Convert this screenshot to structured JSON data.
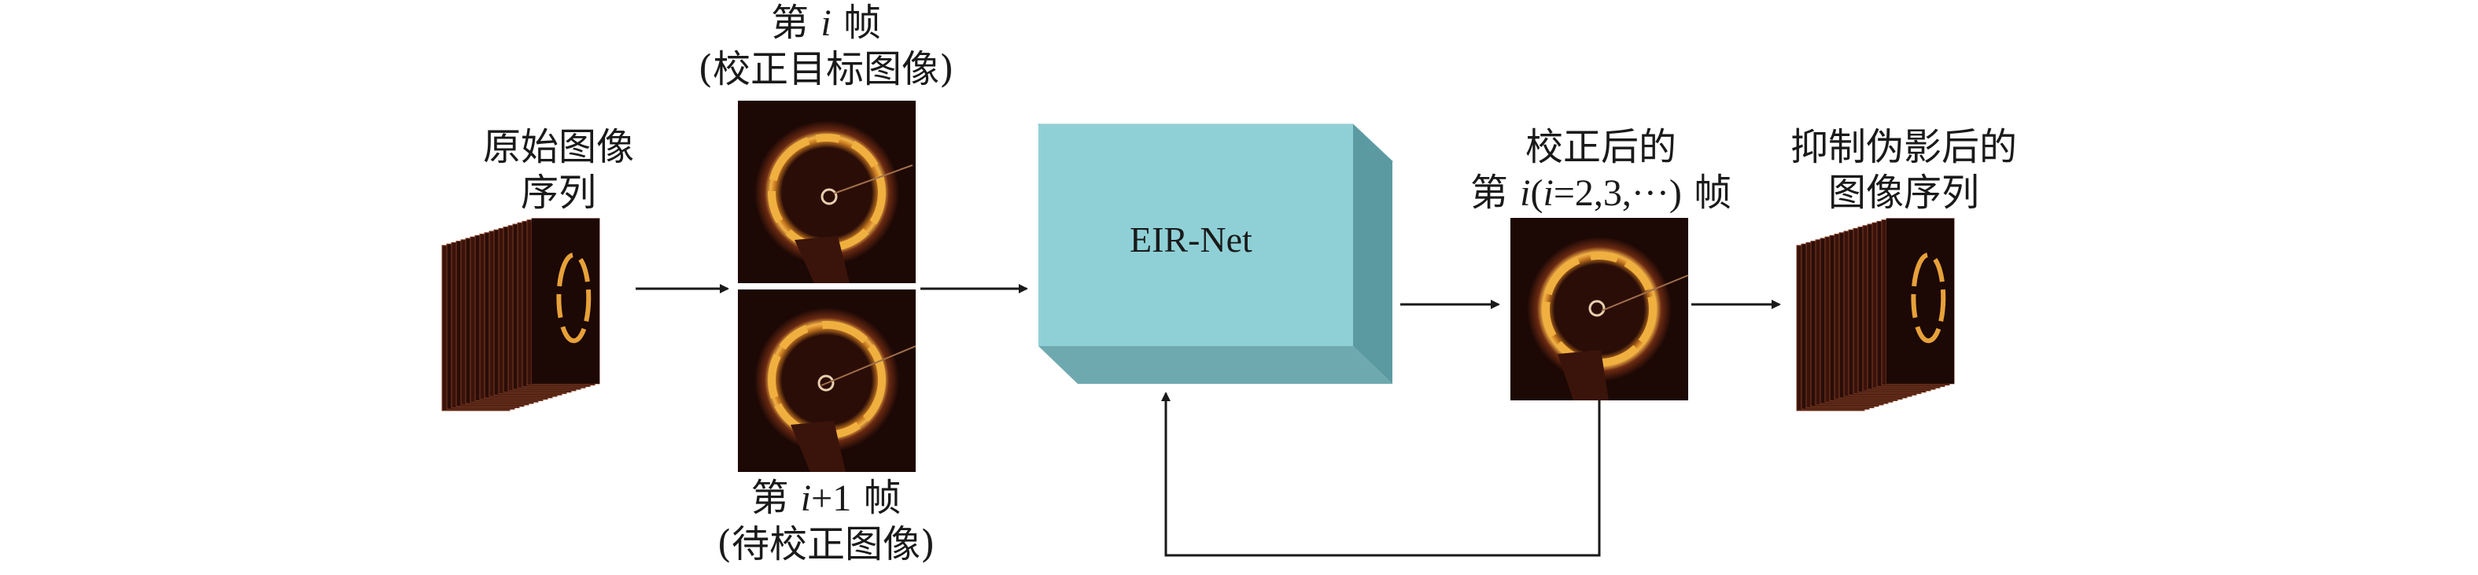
{
  "labels": {
    "input_seq_line1": "原始图像",
    "input_seq_line2": "序列",
    "frame_i_prefix": "第",
    "frame_i_var": "i",
    "frame_i_suffix": "帧",
    "frame_i_caption": "(校正目标图像)",
    "frame_i1_prefix": "第",
    "frame_i1_var": "i",
    "frame_i1_plus": "+1",
    "frame_i1_suffix": "帧",
    "frame_i1_caption": "(待校正图像)",
    "network": "EIR-Net",
    "corrected_line1": "校正后的",
    "corrected_prefix": "第",
    "corrected_var": "i",
    "corrected_open": "(",
    "corrected_var2": "i",
    "corrected_range": "=2,3,···)",
    "corrected_suffix": "帧",
    "output_seq_line1": "抑制伪影后的",
    "output_seq_line2": "图像序列"
  },
  "colors": {
    "box_front": "#8fd0d6",
    "box_top": "#b2e0e4",
    "box_side": "#5c9aa2",
    "oct_bg": "#1c0805",
    "oct_ring": "#e7a13a",
    "stack_frame": "#2a0d08",
    "arrow": "#1a1a1a"
  }
}
